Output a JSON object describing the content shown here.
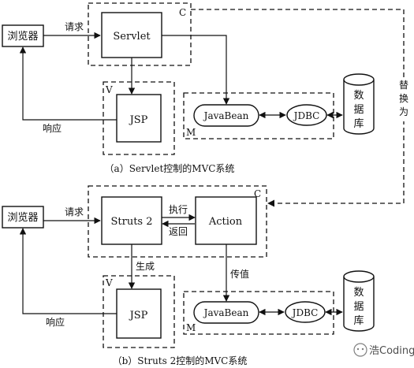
{
  "top": {
    "browser": "浏览器",
    "request": "请求",
    "servlet": "Servlet",
    "c_label": "C",
    "v_label": "V",
    "jsp": "JSP",
    "response": "响应",
    "m_label": "M",
    "javabean": "JavaBean",
    "jdbc": "JDBC",
    "db": [
      "数",
      "据",
      "库"
    ],
    "replace": [
      "替",
      "换",
      "为"
    ],
    "caption": "（a）Servlet控制的MVC系统"
  },
  "bottom": {
    "browser": "浏览器",
    "request": "请求",
    "struts": "Struts 2",
    "execute": "执行",
    "return": "返回",
    "action": "Action",
    "c_label": "C",
    "generate": "生成",
    "pass_value": "传值",
    "v_label": "V",
    "jsp": "JSP",
    "response": "响应",
    "m_label": "M",
    "javabean": "JavaBean",
    "jdbc": "JDBC",
    "db": [
      "数",
      "据",
      "库"
    ],
    "caption": "（b）Struts 2控制的MVC系统"
  },
  "watermark": "浩Coding"
}
